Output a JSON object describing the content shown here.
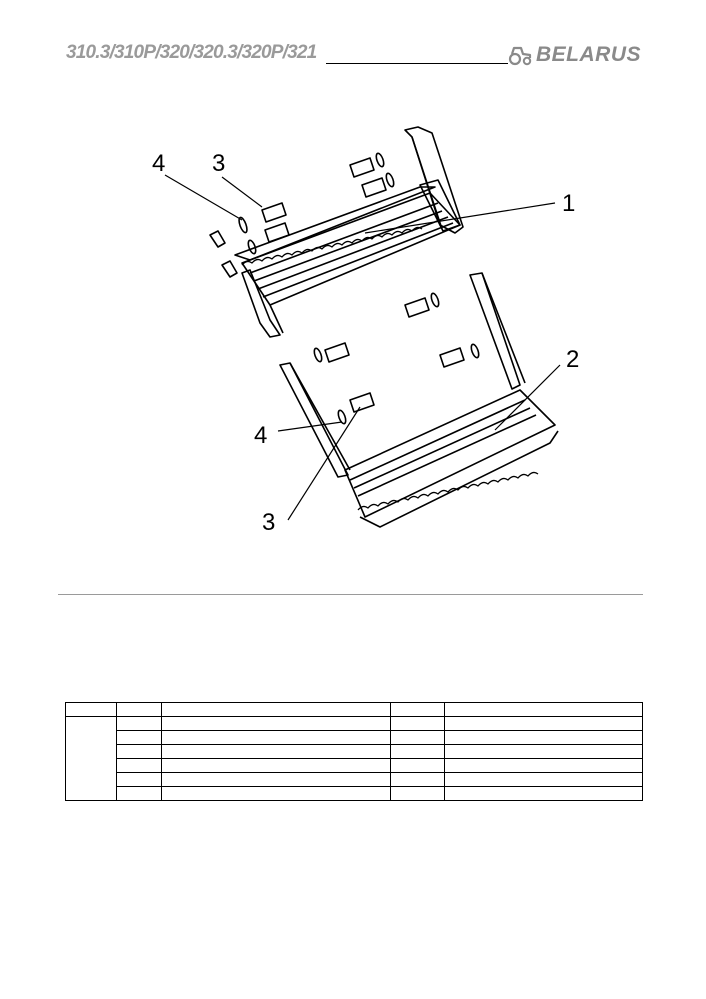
{
  "header": {
    "models": "310.3/310P/320/320.3/320P/321",
    "brand": "BELARUS",
    "logo_icon": "tractor-icon"
  },
  "figure": {
    "callouts": [
      "1",
      "2",
      "3",
      "4",
      "3",
      "4"
    ]
  },
  "table": {
    "rows": [
      [
        "",
        "",
        "",
        "",
        ""
      ],
      [
        "",
        "",
        "",
        "",
        ""
      ],
      [
        "",
        "",
        "",
        "",
        ""
      ],
      [
        "",
        "",
        "",
        "",
        ""
      ],
      [
        "",
        "",
        "",
        "",
        ""
      ],
      [
        "",
        "",
        "",
        "",
        ""
      ],
      [
        "",
        "",
        "",
        "",
        ""
      ]
    ]
  }
}
